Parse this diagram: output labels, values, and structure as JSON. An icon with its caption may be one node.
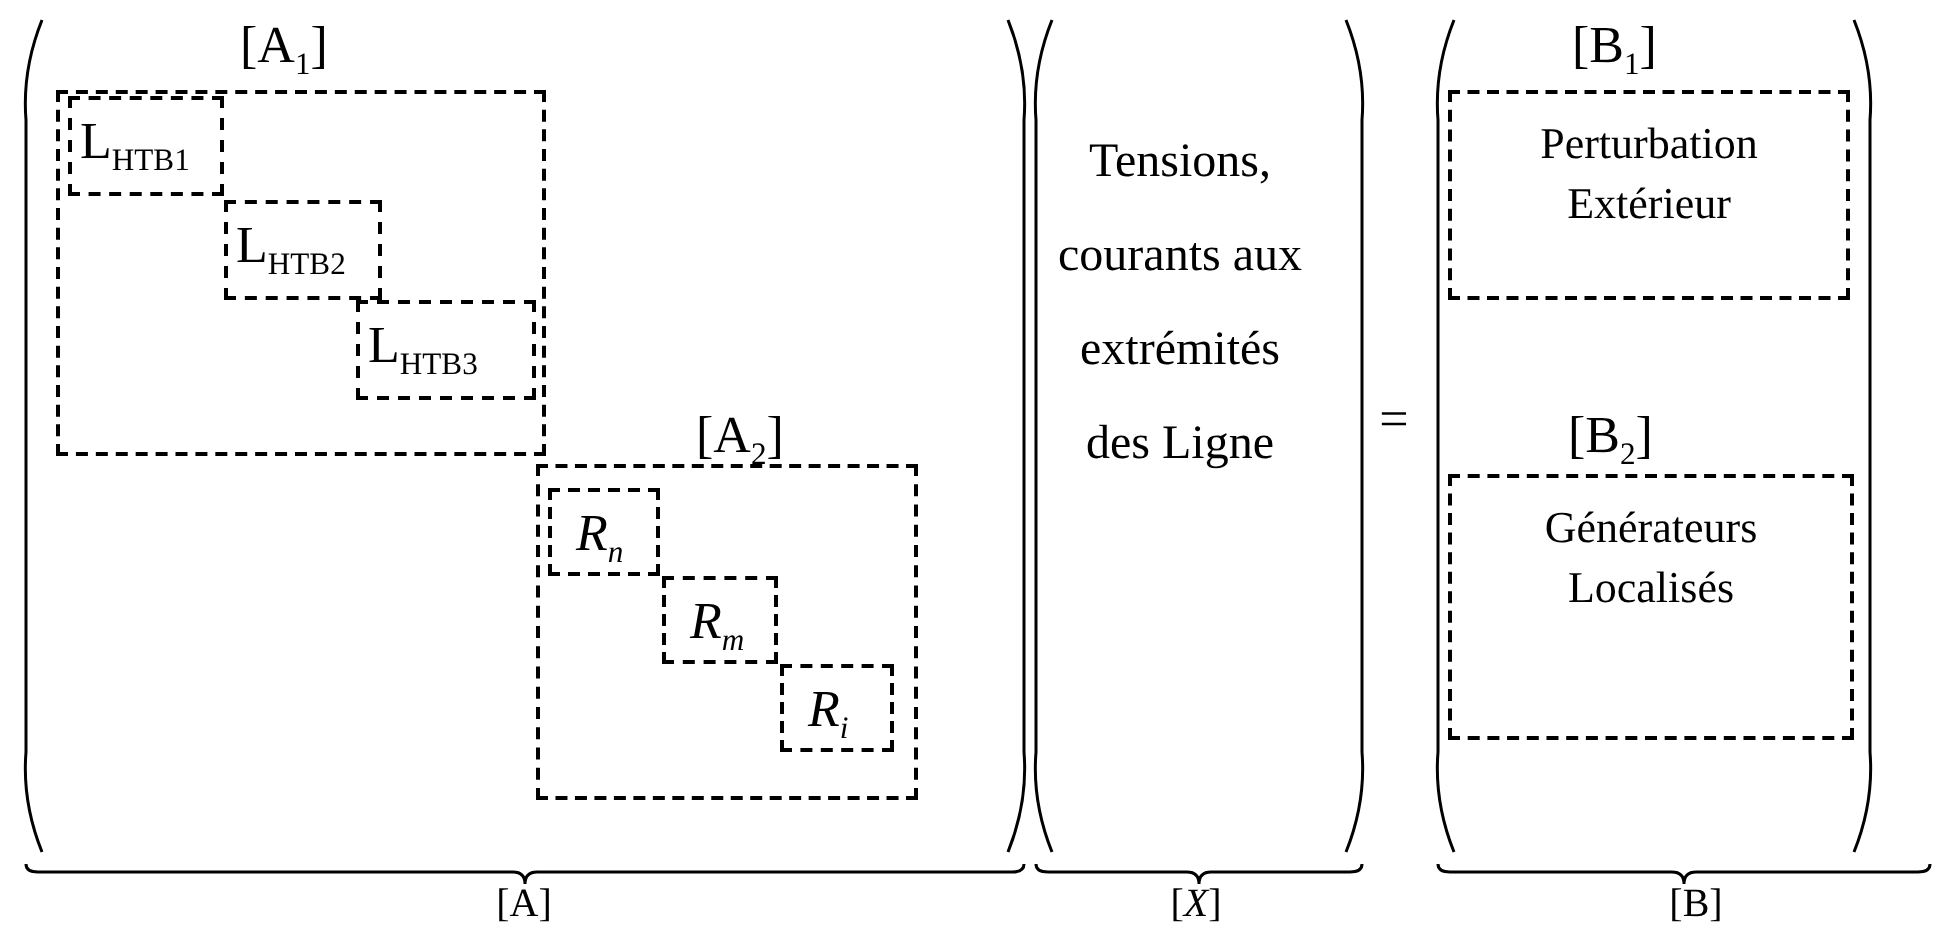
{
  "diagram": {
    "nodes": [
      {
        "text": [
          "[A$_{1}$]"
        ]
      },
      {
        "text": [
          "L$_{HTB1}$"
        ],
        "in": 0
      },
      {
        "text": [
          "L$_{HTB2}$"
        ],
        "in": 0
      },
      {
        "text": [
          "L$_{HTB3}$"
        ],
        "in": 0
      },
      {
        "text": [
          "[A$_{2}$]"
        ]
      },
      {
        "text": [
          "R$_{n}$"
        ],
        "in": 4
      },
      {
        "text": [
          "R$_{m}$"
        ],
        "in": 4
      },
      {
        "text": [
          "R$_{i}$"
        ],
        "in": 4
      },
      {
        "text": [
          "[B$_{1}$]",
          "Perturbation Extérieur"
        ]
      },
      {
        "text": [
          "[B$_{2}$]",
          "Générateurs Localisés"
        ]
      }
    ],
    "edges": [],
    "labels": [
      "Tensions, courants aux extrémités des Ligne",
      "=",
      "[A]",
      "[*X*]",
      "[B]"
    ]
  }
}
